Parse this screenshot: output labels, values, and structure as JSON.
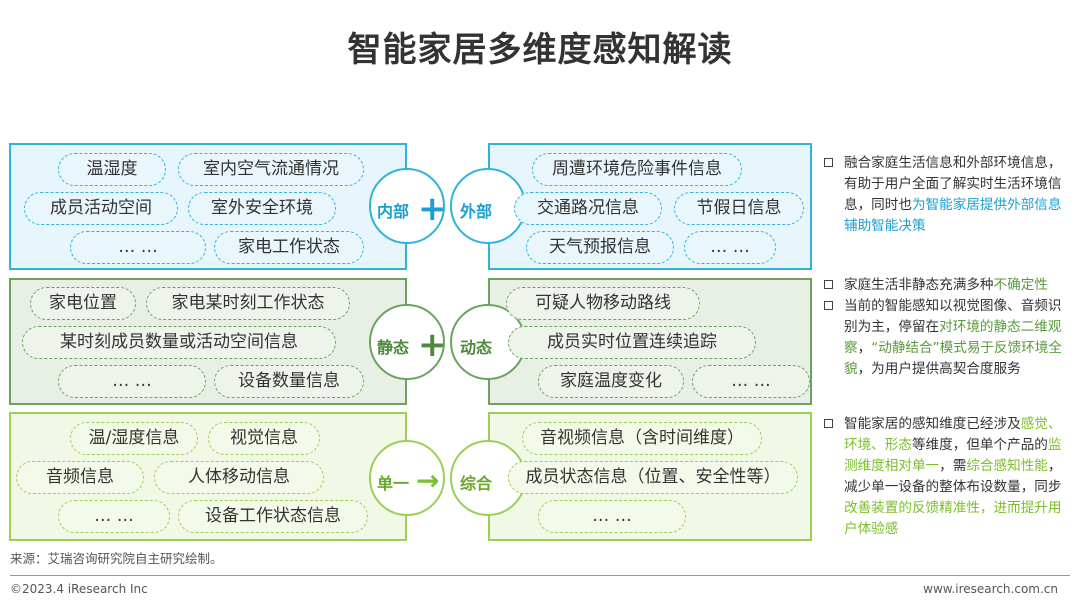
{
  "title": "智能家居多维度感知解读",
  "rows": [
    {
      "left_pills": [
        "温湿度",
        "室内空气流通情况",
        "成员活动空间",
        "室外安全环境",
        "… …",
        "家电工作状态"
      ],
      "left_label": "内部",
      "operator": "+",
      "right_label": "外部",
      "right_pills": [
        "周遭环境危险事件信息",
        "交通路况信息",
        "节假日信息",
        "天气预报信息",
        "… …"
      ]
    },
    {
      "left_pills": [
        "家电位置",
        "家电某时刻工作状态",
        "某时刻成员数量或活动空间信息",
        "… …",
        "设备数量信息"
      ],
      "left_label": "静态",
      "operator": "+",
      "right_label": "动态",
      "right_pills": [
        "可疑人物移动路线",
        "成员实时位置连续追踪",
        "家庭温度变化",
        "… …"
      ]
    },
    {
      "left_pills": [
        "温/湿度信息",
        "视觉信息",
        "音频信息",
        "人体移动信息",
        "… …",
        "设备工作状态信息"
      ],
      "left_label": "单一",
      "operator": "→",
      "right_label": "综合",
      "right_pills": [
        "音视频信息（含时间维度）",
        "成员状态信息（位置、安全性等）",
        "… …"
      ]
    }
  ],
  "notes": {
    "n1": {
      "a": "融合家庭生活信息和外部环境信息，有助于用户全面了解实时生活环境信息，同时也",
      "b": "为智能家居提供外部信息辅助智能决策"
    },
    "n2": {
      "a": "家庭生活非静态充满多种",
      "b": "不确定性"
    },
    "n3": {
      "a": "当前的智能感知以视觉图像、音频识别为主，停留在",
      "b": "对环境的静态二维观察",
      "c": "，",
      "d": "“动静结合”模式易于反馈环境全貌",
      "e": "，为用户提供高契合度服务"
    },
    "n4": {
      "a": "智能家居的感知维度已经涉及",
      "b": "感觉、环境、形态",
      "c": "等维度，但单个产品的",
      "d": "监测维度相对单一",
      "e": "，需",
      "f": "综合感知性能",
      "g": "，减少单一设备的整体布设数量，同步",
      "h": "改善装置的反馈精准性，进而提升用户体验感"
    }
  },
  "source": "来源：艾瑞咨询研究院自主研究绘制。",
  "footer_left": "©2023.4 iResearch Inc",
  "footer_right": "www.iresearch.com.cn",
  "colors": {
    "blue": "#2fb3d6",
    "green": "#6ba35e",
    "lime": "#9bcf55"
  }
}
